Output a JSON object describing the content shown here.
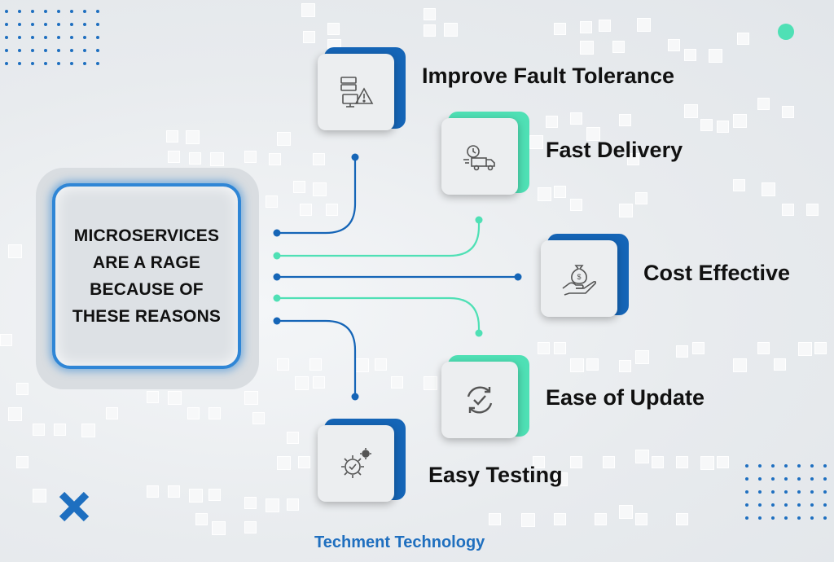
{
  "center": {
    "title": "MICROSERVICES ARE A RAGE BECAUSE OF THESE REASONS"
  },
  "reasons": [
    {
      "label": "Improve Fault Tolerance",
      "icon": "server-warning-icon",
      "accent": "#1565b7"
    },
    {
      "label": "Fast Delivery",
      "icon": "delivery-truck-icon",
      "accent": "#4fe0b5"
    },
    {
      "label": "Cost Effective",
      "icon": "money-hand-icon",
      "accent": "#1565b7"
    },
    {
      "label": "Ease of Update",
      "icon": "refresh-check-icon",
      "accent": "#4fe0b5"
    },
    {
      "label": "Easy Testing",
      "icon": "gear-check-icon",
      "accent": "#1565b7"
    }
  ],
  "footer": {
    "brand": "Techment Technology"
  },
  "colors": {
    "blue": "#1565b7",
    "teal": "#4fe0b5",
    "text": "#111111"
  }
}
